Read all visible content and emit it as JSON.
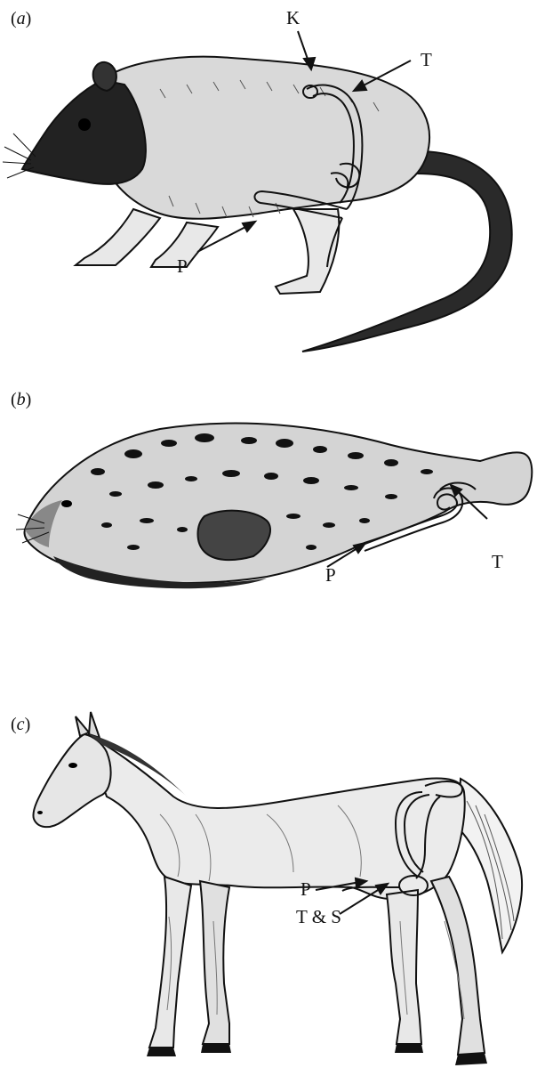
{
  "panels": [
    {
      "label_open": "(",
      "label_letter": "a",
      "label_close": ")",
      "animal_icon": "shrew-illustration",
      "annotations": [
        "K",
        "T",
        "P"
      ]
    },
    {
      "label_open": "(",
      "label_letter": "b",
      "label_close": ")",
      "animal_icon": "seal-illustration",
      "annotations": [
        "P",
        "T"
      ]
    },
    {
      "label_open": "(",
      "label_letter": "c",
      "label_close": ")",
      "animal_icon": "horse-illustration",
      "annotations": [
        "P",
        "T & S"
      ]
    }
  ],
  "colors": {
    "ink": "#111111",
    "background": "#ffffff",
    "organ_fill": "#ffffff"
  }
}
